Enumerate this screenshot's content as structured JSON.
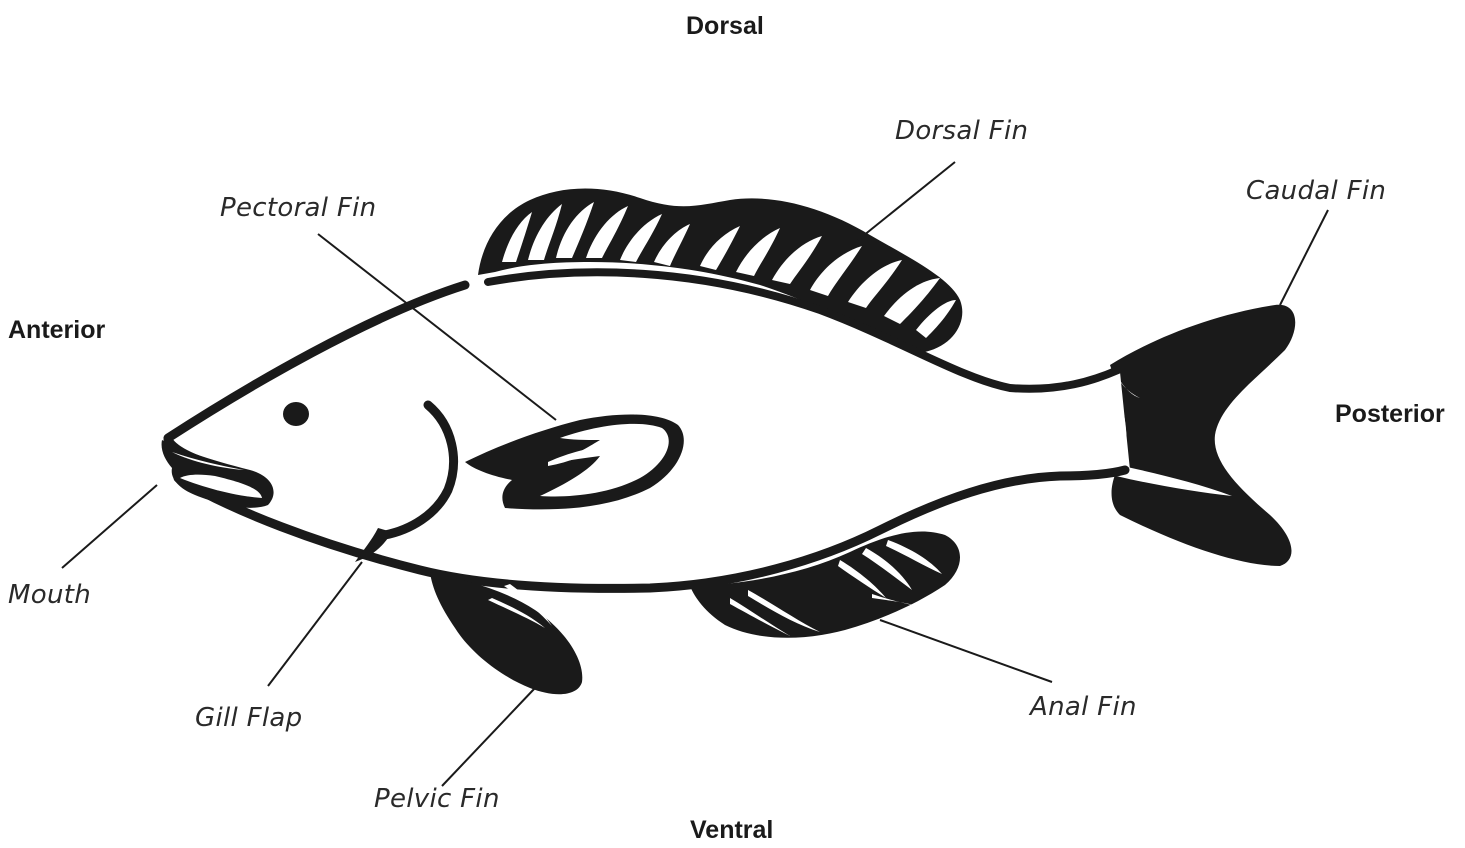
{
  "directions": {
    "dorsal": "Dorsal",
    "ventral": "Ventral",
    "anterior": "Anterior",
    "posterior": "Posterior"
  },
  "parts": {
    "dorsal_fin": "Dorsal Fin",
    "caudal_fin": "Caudal Fin",
    "pectoral_fin": "Pectoral Fin",
    "mouth": "Mouth",
    "gill_flap": "Gill Flap",
    "pelvic_fin": "Pelvic Fin",
    "anal_fin": "Anal Fin"
  },
  "colors": {
    "ink": "#1a1a1a",
    "background": "#ffffff"
  }
}
